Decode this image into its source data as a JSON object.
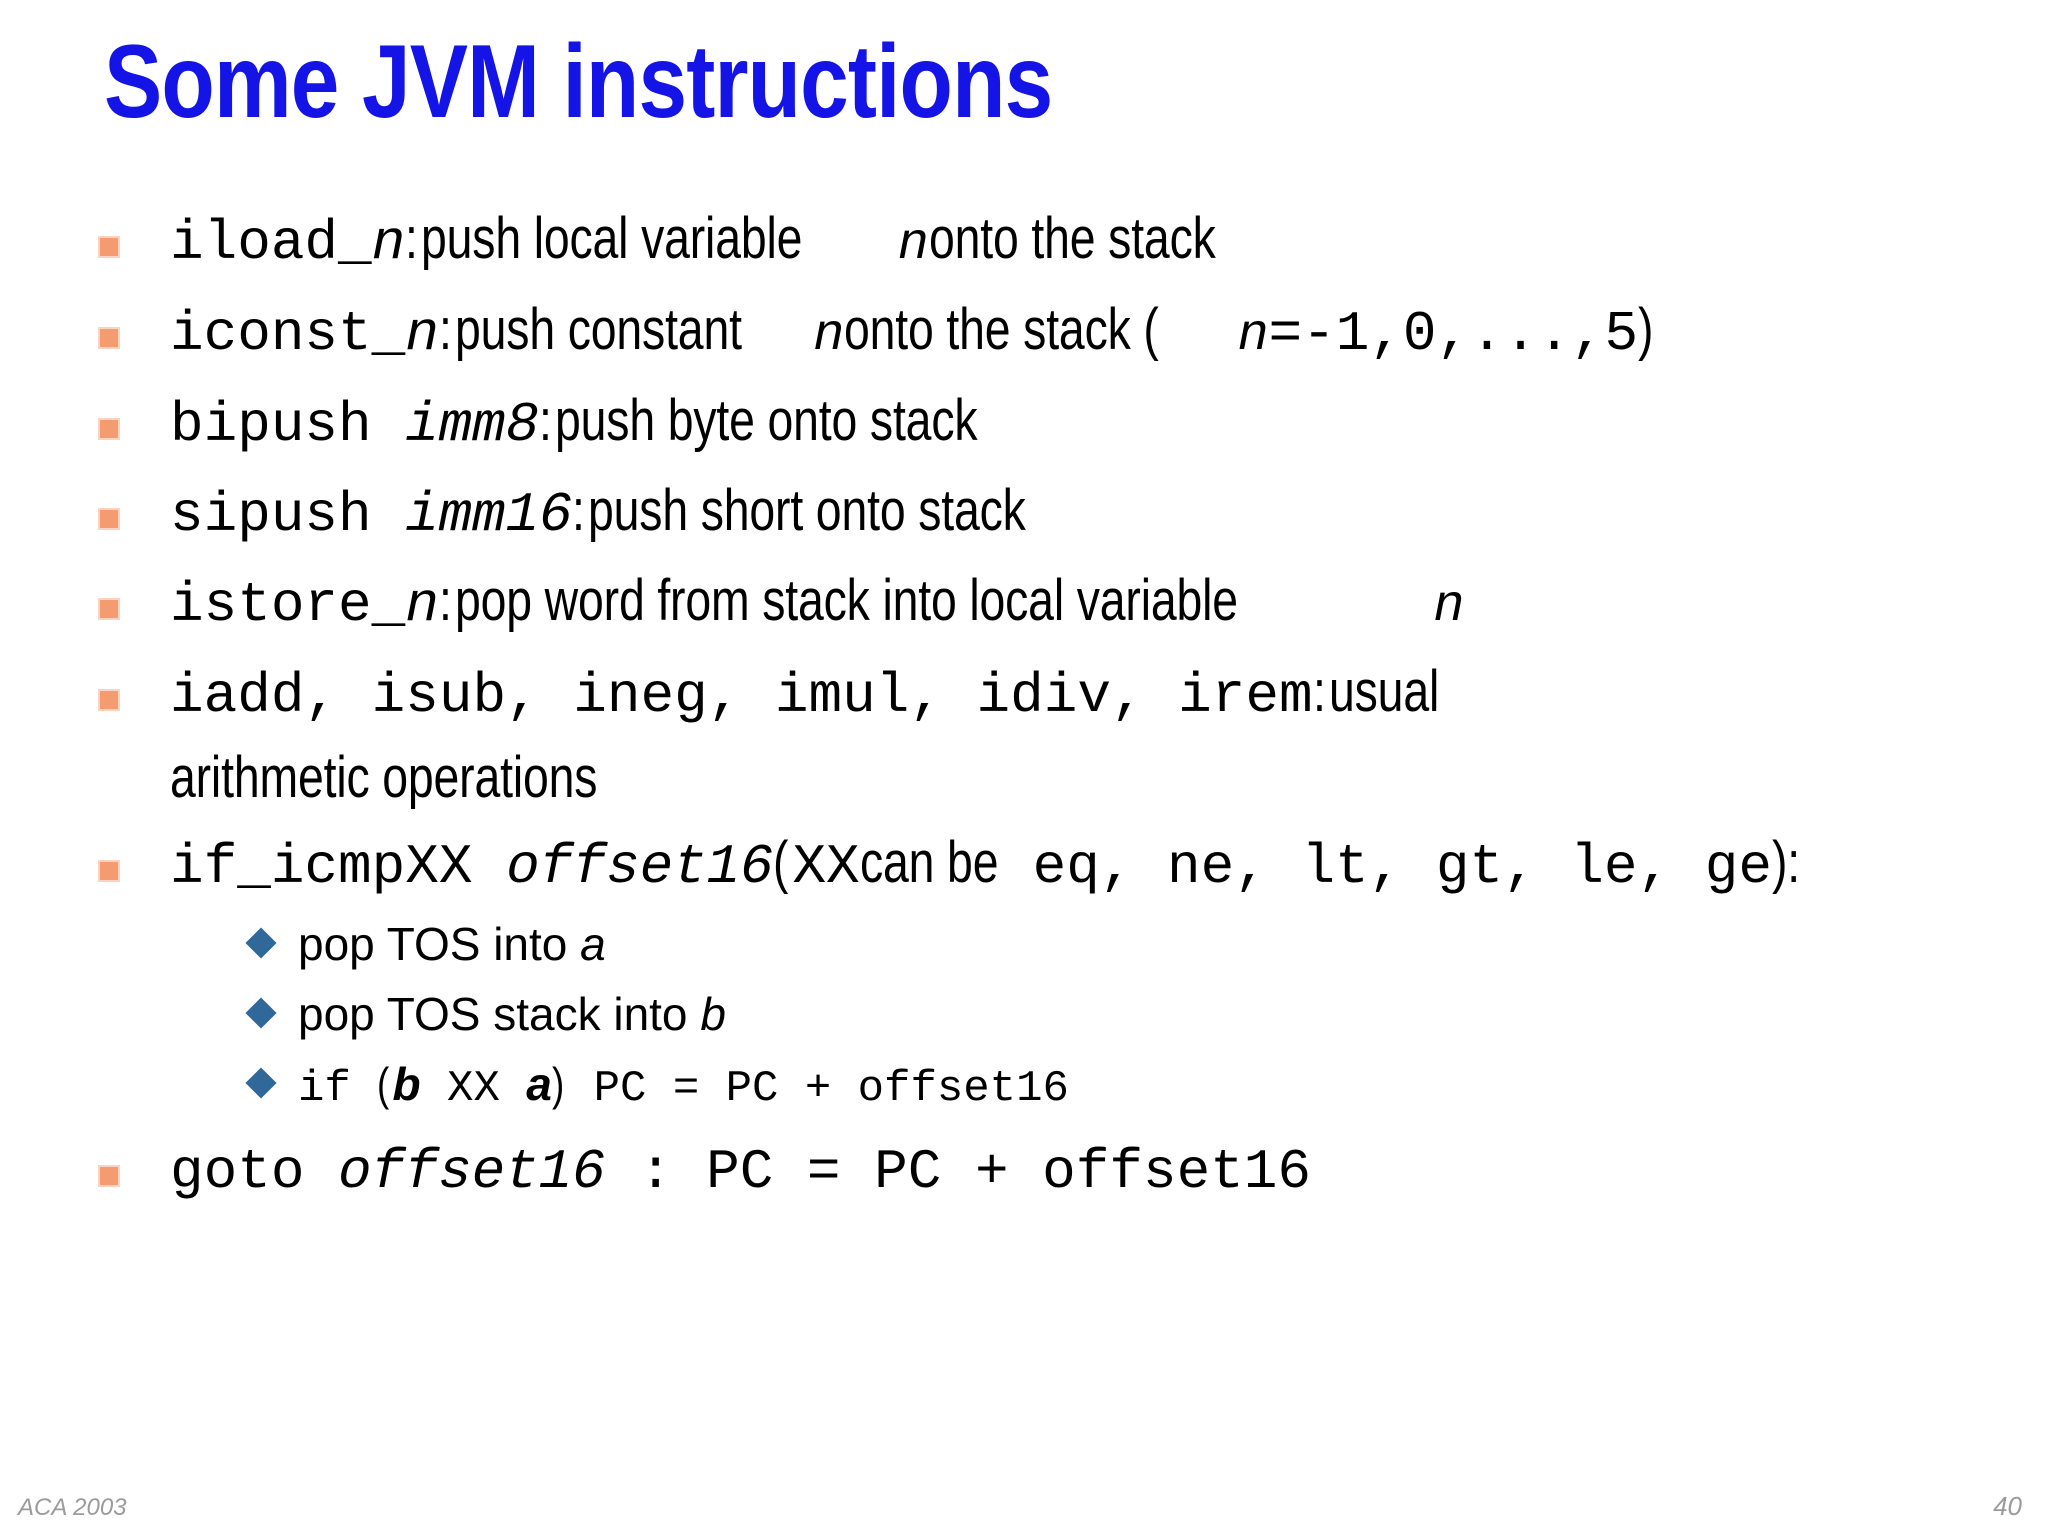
{
  "slide": {
    "title": "Some JVM instructions",
    "title_color": "#1414E6",
    "background_color": "#ffffff",
    "square_bullet_color": "#F59B72",
    "diamond_bullet_color": "#2F6899"
  },
  "bullets": {
    "b1": {
      "code": "iload_",
      "var": "n",
      "colon": ": ",
      "text1": "push local variable ",
      "var2": "n",
      "text2": " onto the stack"
    },
    "b2": {
      "code": "iconst_",
      "var": "n",
      "colon": ": ",
      "text1": "push constant ",
      "var2": "n",
      "text2": " onto the stack (",
      "range_var": "n",
      "range": "=-1,0,...,5",
      "close": ")"
    },
    "b3": {
      "code": "bipush ",
      "operand": "imm8",
      "colon": ": ",
      "text1": "push byte onto stack"
    },
    "b4": {
      "code": "sipush ",
      "operand": "imm16",
      "colon": ": ",
      "text1": "push short onto stack"
    },
    "b5": {
      "code": "istore_",
      "var": "n",
      "colon": ": ",
      "text1": "pop word from stack into local variable ",
      "var2": "n"
    },
    "b6": {
      "code": "iadd, isub, ineg, imul, idiv, irem",
      "colon": ": ",
      "text1": "usual",
      "text2": "arithmetic operations"
    },
    "b7": {
      "code": "if_icmpXX ",
      "operand": "offset16",
      "paren_open": " (",
      "code2": "XX",
      "text1": " can be ",
      "code3": "eq, ne, lt, gt, le, ge",
      "paren_close": "):",
      "subs": {
        "s1": {
          "text1": "pop TOS into ",
          "var": "a"
        },
        "s2": {
          "text1": "pop TOS stack into ",
          "var": "b"
        },
        "s3": {
          "code1": "if ",
          "paren_open": " (",
          "var_b": "b",
          "code_xx": " XX ",
          "var_a": "a",
          "paren_close": ")",
          "code2": " PC = PC + offset16"
        }
      }
    },
    "b8": {
      "code": "goto ",
      "operand": "offset16",
      "code2": " : PC = PC + offset16"
    }
  },
  "footer": {
    "left": "ACA 2003",
    "page": "40"
  }
}
